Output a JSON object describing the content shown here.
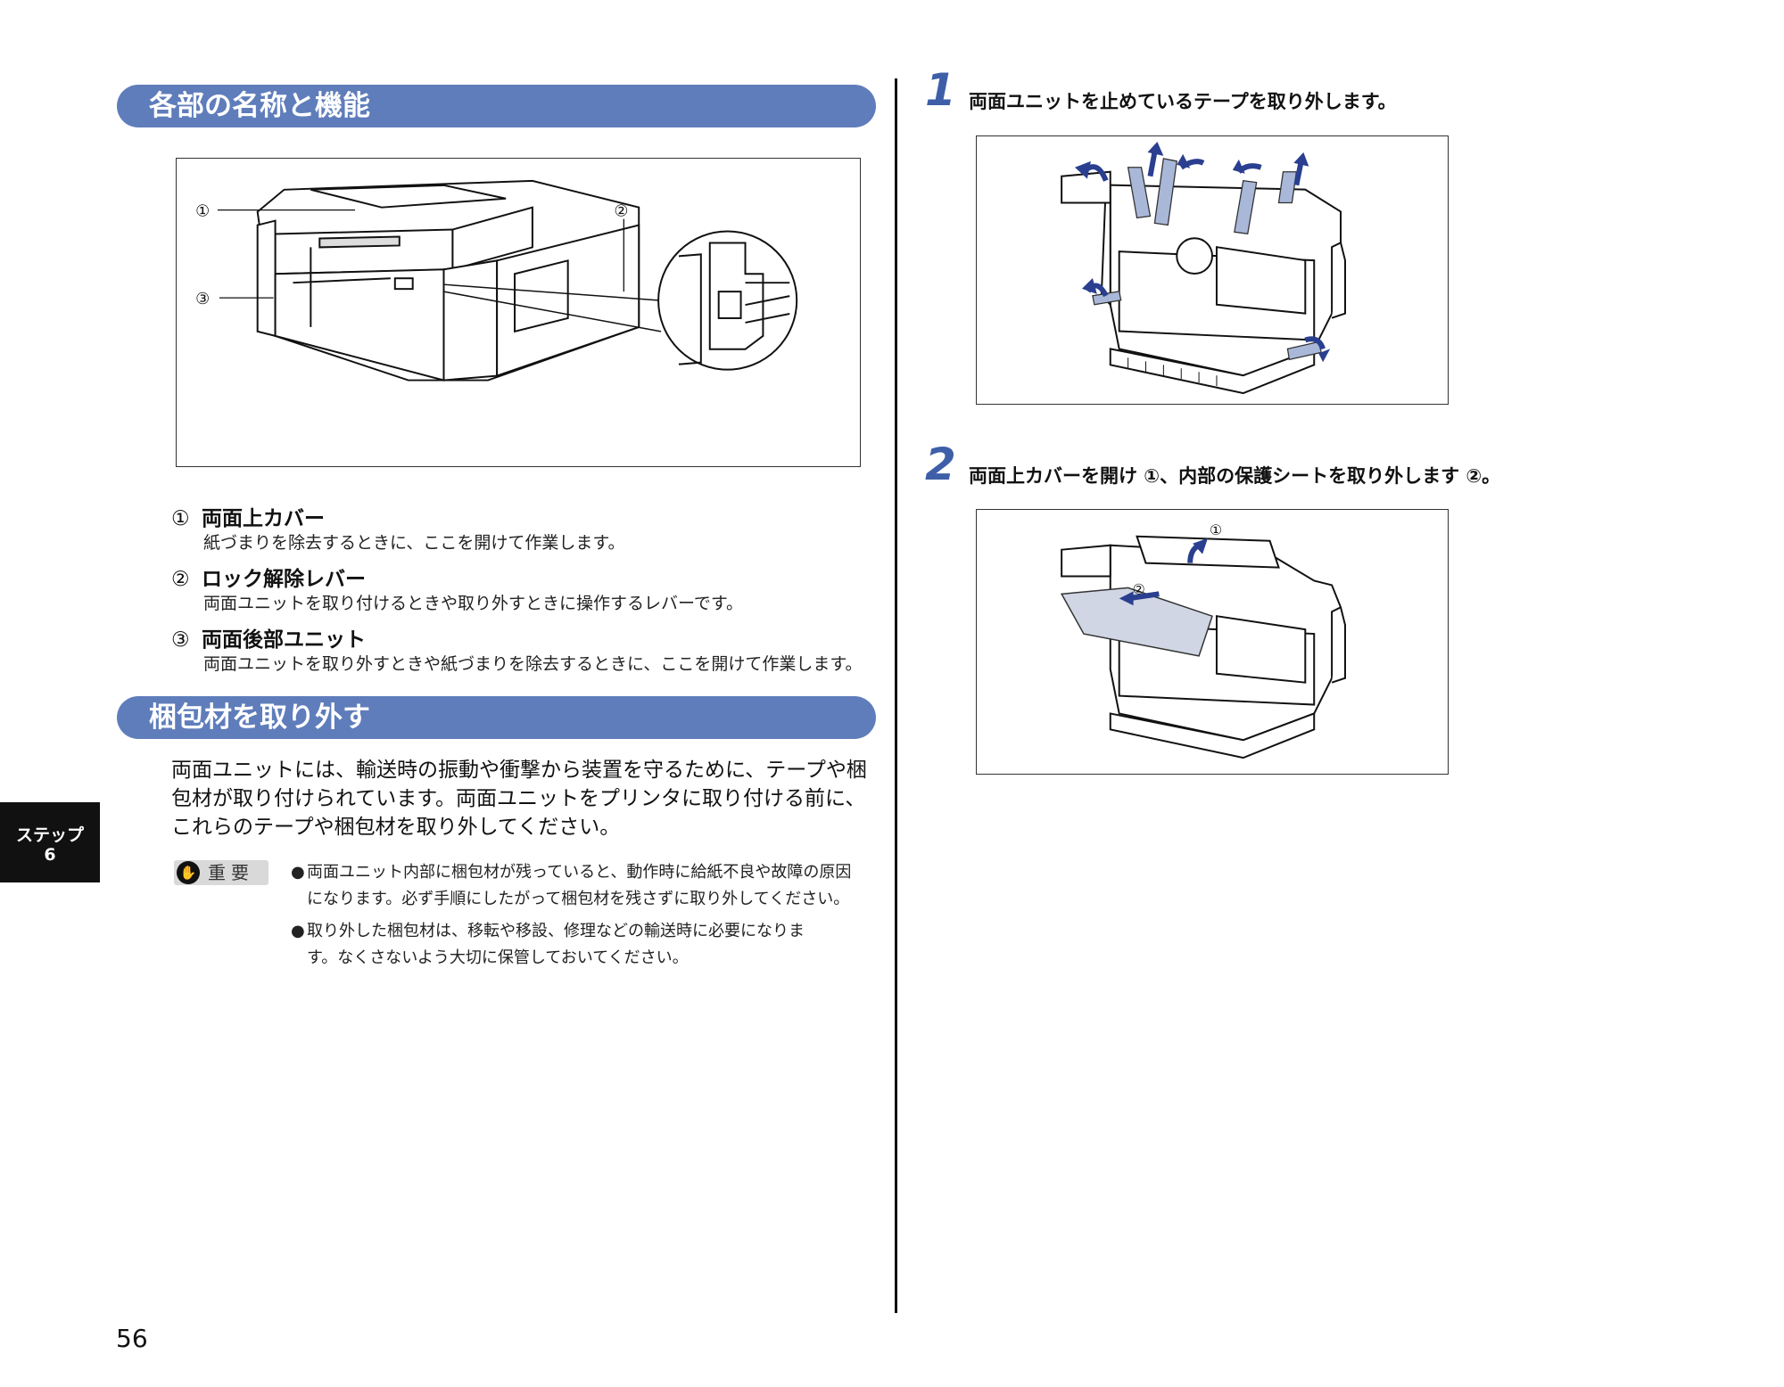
{
  "sections": [
    {
      "title": "各部の名称と機能"
    },
    {
      "title": "梱包材を取り外す"
    }
  ],
  "figure1": {
    "callouts": [
      "①",
      "②",
      "③"
    ]
  },
  "parts": [
    {
      "num": "①",
      "name": "両面上カバー",
      "desc": "紙づまりを除去するときに、ここを開けて作業します。"
    },
    {
      "num": "②",
      "name": "ロック解除レバー",
      "desc": "両面ユニットを取り付けるときや取り外すときに操作するレバーです。"
    },
    {
      "num": "③",
      "name": "両面後部ユニット",
      "desc": "両面ユニットを取り外すときや紙づまりを除去するときに、ここを開けて作業します。"
    }
  ],
  "intro": {
    "lines": [
      "両面ユニットには、輸送時の振動や衝撃から装置を守るために、テープや梱",
      "包材が取り付けられています。両面ユニットをプリンタに取り付ける前に、",
      "これらのテープや梱包材を取り外してください。"
    ]
  },
  "important": {
    "label": "重要",
    "notes": [
      {
        "line1": "両面ユニット内部に梱包材が残っていると、動作時に給紙不良や故障の原因",
        "line2": "になります。必ず手順にしたがって梱包材を残さずに取り外してください。"
      },
      {
        "line1": "取り外した梱包材は、移転や移設、修理などの輸送時に必要になりま",
        "line2": "す。なくさないよう大切に保管しておいてください。"
      }
    ]
  },
  "steps": [
    {
      "num": "1",
      "text": "両面ユニットを止めているテープを取り外します。"
    },
    {
      "num": "2",
      "text": "両面上カバーを開け ①、内部の保護シートを取り外します ②。"
    }
  ],
  "figure3": {
    "callouts": [
      "①",
      "②"
    ]
  },
  "side_tab": {
    "line1": "ステップ",
    "line2": "6"
  },
  "page_number": "56",
  "colors": {
    "section_bar": "#5f7dbb",
    "step_number": "#3e5fa8",
    "arrow": "#2a3f8f",
    "tape": "#a9b8d8"
  }
}
